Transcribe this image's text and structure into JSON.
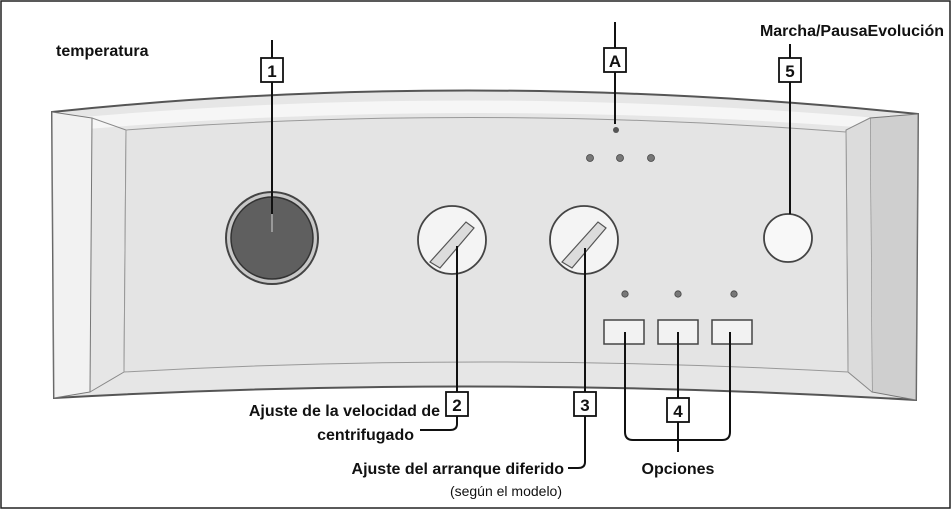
{
  "labels": {
    "temperature": "temperatura",
    "start_pause": "Marcha/PausaEvolución",
    "spin_speed_line1": "Ajuste de la velocidad de",
    "spin_speed_line2": "centrifugado",
    "delay_start": "Ajuste del arranque diferido",
    "delay_note": "(según el modelo)",
    "options": "Opciones"
  },
  "callouts": {
    "c1": "1",
    "c2": "2",
    "c3": "3",
    "c4": "4",
    "c5": "5",
    "cA": "A"
  },
  "colors": {
    "panel_fill": "#e6e6e6",
    "panel_outline": "#555555",
    "dark_knob": "#5f5f5f",
    "line": "#111111"
  }
}
